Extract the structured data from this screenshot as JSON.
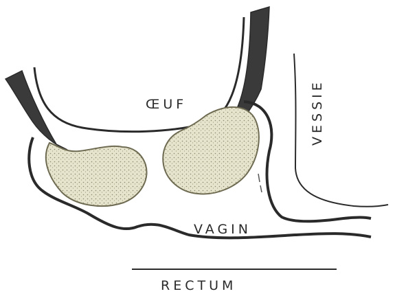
{
  "labels": {
    "oeuf": "ŒUF",
    "vessie": "VESSIE",
    "vagin": "VAGIN",
    "rectum": "RECTUM"
  },
  "colors": {
    "ink": "#2a2a2a",
    "wall": "#3a3a3a",
    "mass_fill": "#e4e2c8",
    "mass_stroke": "#6e6b52",
    "background": "#ffffff"
  }
}
